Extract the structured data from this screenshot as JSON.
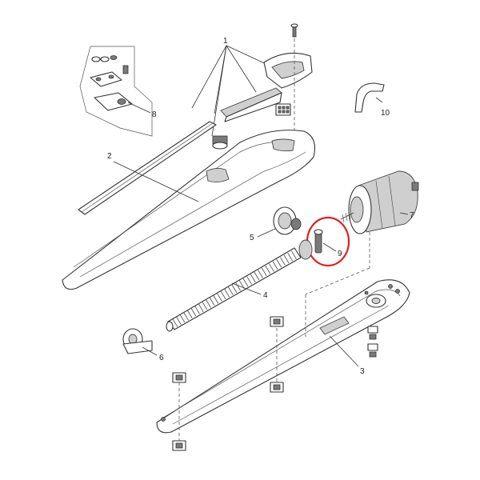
{
  "diagram": {
    "labels": {
      "p1": "1",
      "p2": "2",
      "p3": "3",
      "p4": "4",
      "p5": "5",
      "p6": "6",
      "p7": "7",
      "p8": "8",
      "p9": "9",
      "p10": "10"
    },
    "highlight_color": "#e0201c",
    "highlighted_part": "9"
  }
}
